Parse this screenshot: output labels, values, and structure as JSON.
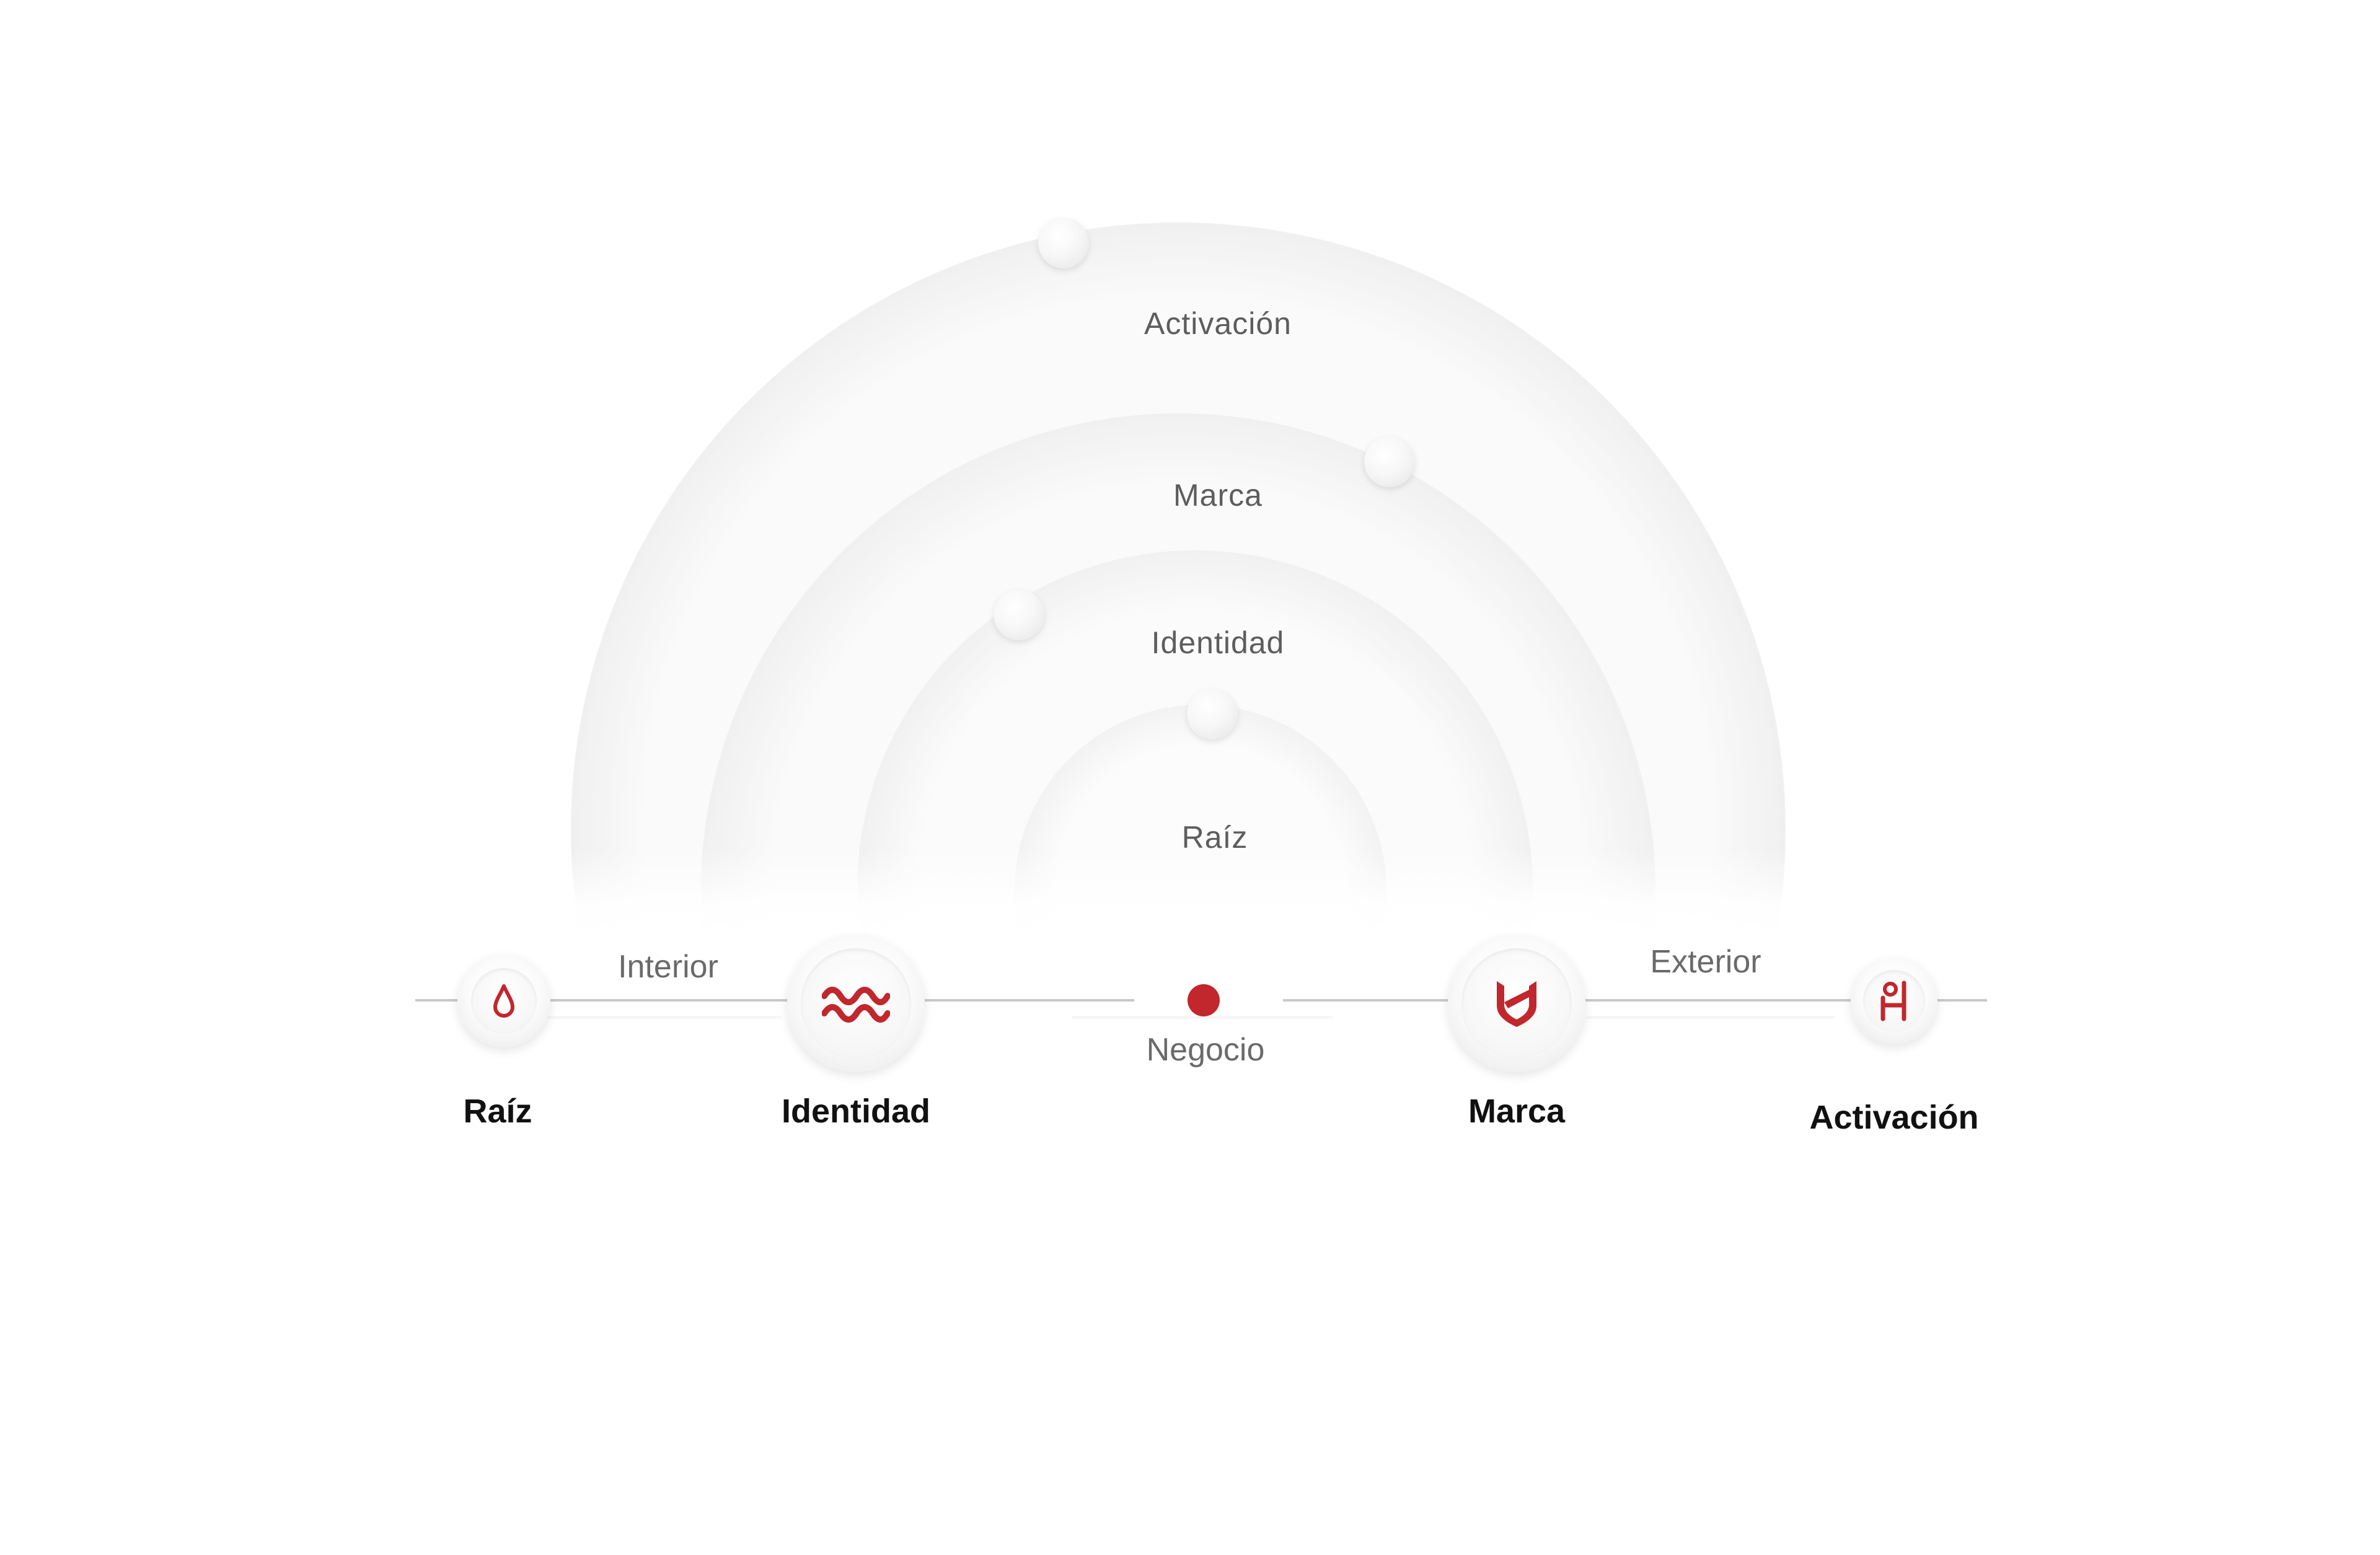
{
  "accent_color": "#c1272d",
  "rings": [
    {
      "label": "Raíz"
    },
    {
      "label": "Identidad"
    },
    {
      "label": "Marca"
    },
    {
      "label": "Activación"
    }
  ],
  "axis": {
    "left_label": "Interior",
    "center_label": "Negocio",
    "right_label": "Exterior"
  },
  "nodes": [
    {
      "label": "Raíz",
      "icon": "drop-icon"
    },
    {
      "label": "Identidad",
      "icon": "waves-icon"
    },
    {
      "label": "Marca",
      "icon": "shield-icon"
    },
    {
      "label": "Activación",
      "icon": "person-icon"
    }
  ]
}
